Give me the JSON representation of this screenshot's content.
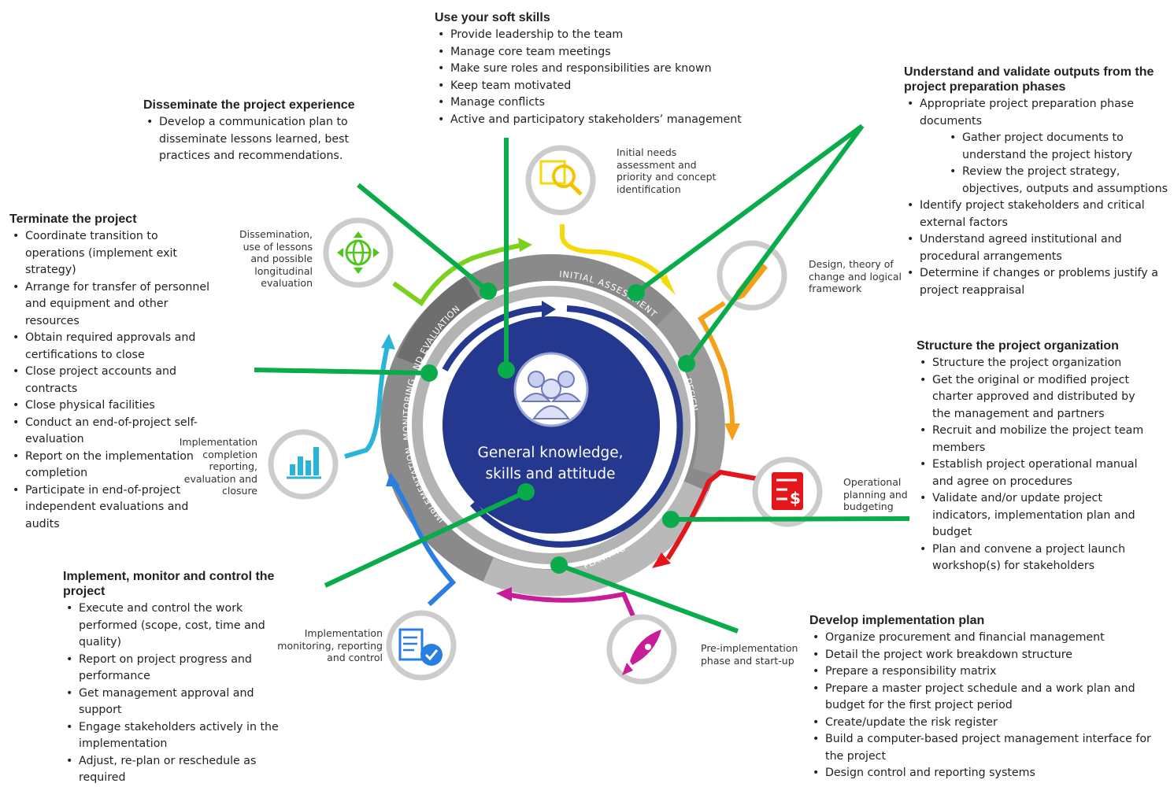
{
  "center_label": "General knowledge, skills and attitude",
  "ring_labels": {
    "initial": "INITIAL ASSESSMENT",
    "design": "DESIGN",
    "planning": "PLANNING",
    "impl": "IMPLEMENTATION, MONITORING AND EVALUATION"
  },
  "stage_labels": {
    "needs": "Initial needs assessment and priority and concept identification",
    "design": "Design, theory of change and logical framework",
    "operational": "Operational planning and budgeting",
    "preimpl": "Pre-implementation phase and start-up",
    "monitoring": "Implementation monitoring, reporting and control",
    "completion": "Implementation completion reporting, evaluation and closure",
    "dissemination": "Dissemination, use of lessons and possible longitudinal evaluation"
  },
  "soft_skills": {
    "title": "Use your soft skills",
    "items": [
      "Provide leadership to the team",
      "Manage core team meetings",
      "Make sure roles and responsibilities are known",
      "Keep team motivated",
      "Manage conflicts",
      "Active and participatory stakeholders’ management"
    ]
  },
  "disseminate": {
    "title": "Disseminate the project experience",
    "items": [
      "Develop a communication plan to disseminate lessons learned, best practices and recommendations."
    ]
  },
  "terminate": {
    "title": "Terminate the project",
    "items": [
      "Coordinate transition to operations (implement exit strategy)",
      "Arrange for transfer of personnel and equipment and other resources",
      "Obtain required approvals and certifications to close",
      "Close project accounts and contracts",
      "Close physical facilities",
      "Conduct an end-of-project self-evaluation",
      "Report on the implementation completion",
      "Participate in end-of-project independent evaluations and audits"
    ]
  },
  "implement": {
    "title": "Implement, monitor and control the project",
    "items": [
      "Execute and control the work performed (scope, cost, time and quality)",
      "Report on project progress and performance",
      "Get management approval and support",
      "Engage stakeholders actively in the implementation",
      "Adjust, re-plan or reschedule as required"
    ]
  },
  "understand": {
    "title": "Understand and validate outputs from the project preparation phases",
    "items": [
      "Appropriate project preparation phase documents",
      "Gather project documents to understand the project history",
      "Review the project strategy, objectives, outputs and assumptions",
      "Identify project stakeholders and critical external factors",
      "Understand agreed institutional and procedural arrangements",
      "Determine if changes or problems justify a project reappraisal"
    ]
  },
  "structure": {
    "title": "Structure the project organization",
    "items": [
      "Structure the project organization",
      "Get the original or modified project charter approved and distributed by the management and partners",
      "Recruit and mobilize the project team members",
      "Establish project operational manual and agree on procedures",
      "Validate and/or update project indicators, implementation plan and budget",
      "Plan and convene a project launch workshop(s) for stakeholders"
    ]
  },
  "develop": {
    "title": "Develop implementation plan",
    "items": [
      "Organize procurement and financial management",
      "Detail the project work breakdown structure",
      "Prepare a responsibility matrix",
      "Prepare a master project schedule and a work plan and budget for the first project period",
      "Create/update the risk register",
      "Build a computer-based project management interface for the project",
      "Design control and reporting systems"
    ]
  },
  "colors": {
    "connector": "#0aab4a",
    "center": "#23388e",
    "ring_dark": "#7a7a7a",
    "ring_light": "#b5b5b5",
    "yellow": "#f5d90a",
    "orange": "#f5a01a",
    "red": "#e3161b",
    "magenta": "#c81d9b",
    "blue": "#2a7de1",
    "cyan": "#2ab4d8",
    "green_light": "#7cd11e"
  }
}
